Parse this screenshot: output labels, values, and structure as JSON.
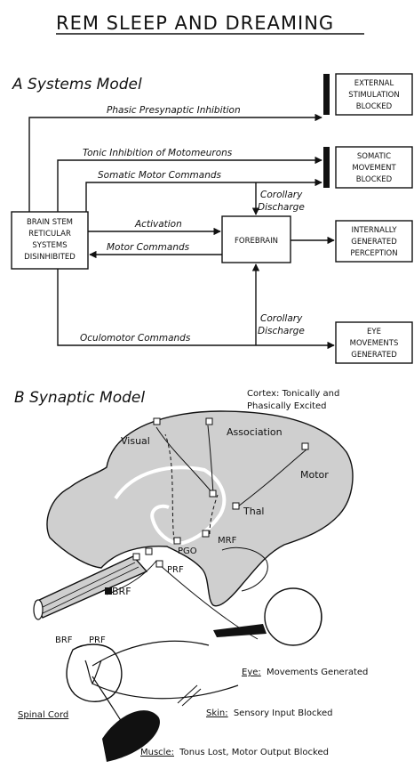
{
  "title": "REM SLEEP AND DREAMING",
  "systems_model": {
    "heading": "A Systems Model",
    "brainstem_box": [
      "BRAIN STEM",
      "RETICULAR",
      "SYSTEMS",
      "DISINHIBITED"
    ],
    "forebrain_box": "FOREBRAIN",
    "outputs": [
      [
        "EXTERNAL",
        "STIMULATION",
        "BLOCKED"
      ],
      [
        "SOMATIC",
        "MOVEMENT",
        "BLOCKED"
      ],
      [
        "INTERNALLY",
        "GENERATED",
        "PERCEPTION"
      ],
      [
        "EYE",
        "MOVEMENTS",
        "GENERATED"
      ]
    ],
    "arrows": {
      "phasic": "Phasic Presynaptic Inhibition",
      "tonic": "Tonic Inhibition of Motomeurons",
      "somatic_motor": "Somatic Motor Commands",
      "corollary_top": [
        "Corollary",
        "Discharge"
      ],
      "activation": "Activation",
      "motor_commands": "Motor Commands",
      "corollary_bottom": [
        "Corollary",
        "Discharge"
      ],
      "oculomotor": "Oculomotor Commands"
    }
  },
  "synaptic_model": {
    "heading": "B Synaptic Model",
    "cortex_note": [
      "Cortex: Tonically and",
      "Phasically Excited"
    ],
    "regions": {
      "visual": "Visual",
      "association": "Association",
      "motor": "Motor",
      "thal": "Thal",
      "mrf": "MRF",
      "pgo": "PGO",
      "prf": "PRF",
      "brf": "BRF"
    },
    "spinal": {
      "brf": "BRF",
      "prf": "PRF",
      "spinal_cord": "Spinal Cord"
    },
    "eye_note": {
      "label": "Eye:",
      "text": "Movements Generated"
    },
    "skin_note": {
      "label": "Skin:",
      "text": "Sensory Input Blocked"
    },
    "muscle_note": {
      "label": "Muscle:",
      "text": "Tonus Lost, Motor Output Blocked"
    }
  },
  "colors": {
    "ink": "#111111",
    "brain_fill": "#cfcfcf",
    "paper": "#ffffff"
  }
}
